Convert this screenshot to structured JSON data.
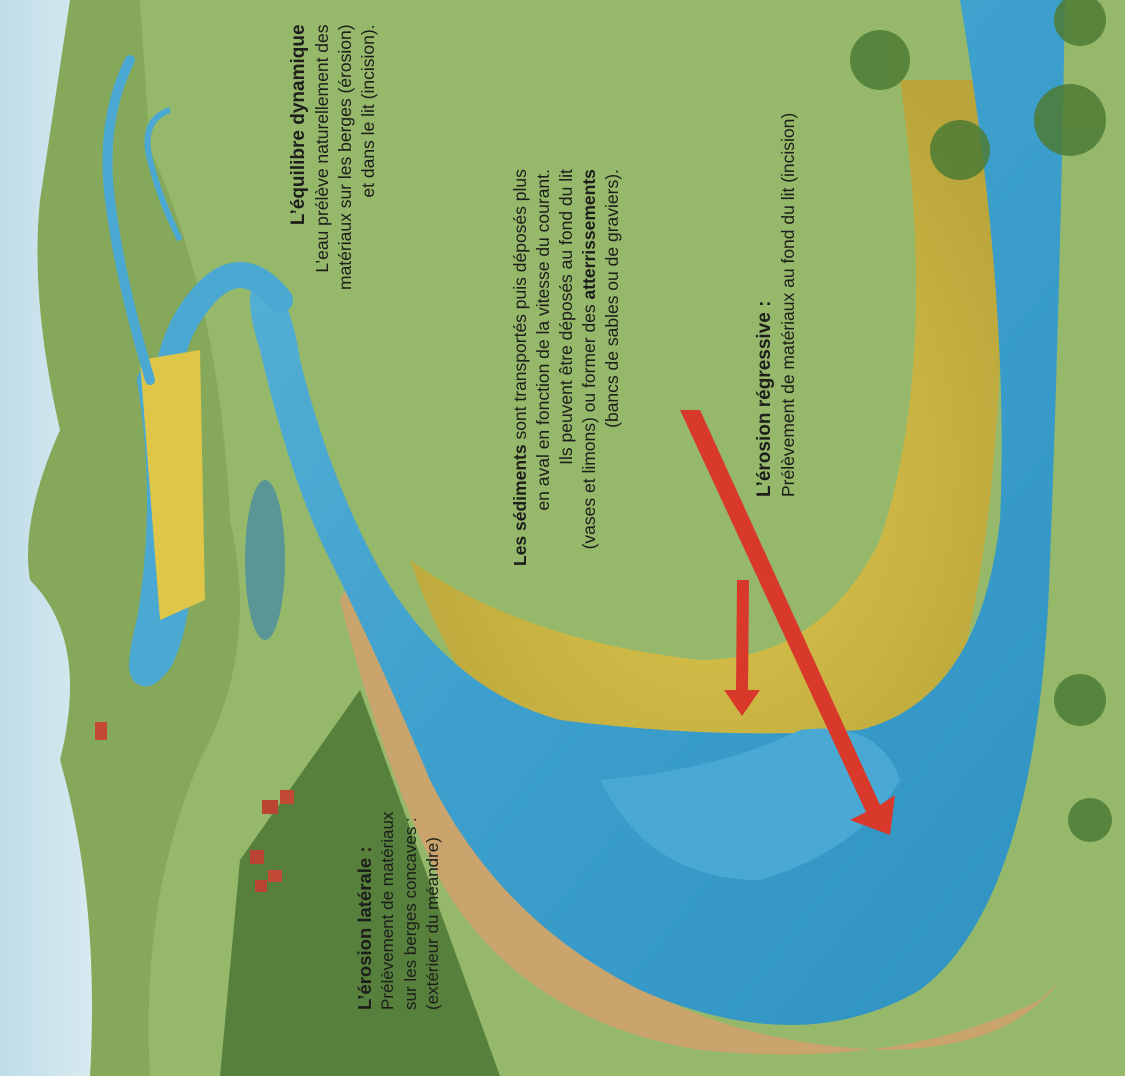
{
  "colors": {
    "sky": "#cfe6ef",
    "meadow": "#93b567",
    "hills": "#7fa154",
    "river": "#3fa3cf",
    "river_light": "#7cc4e0",
    "sediment": "#d8c14a",
    "bank": "#c9a46d",
    "arrow": "#d8392a",
    "text": "#1d1d1b"
  },
  "labels": {
    "equilibre": {
      "title": "L’équilibre dynamique",
      "l1": "L’eau prélève naturellement des",
      "l2": "matériaux sur les berges (érosion)",
      "l3": "et dans le lit (incision)."
    },
    "sediments": {
      "bold1": "Les sédiments",
      "l1_rest": " sont transportés puis déposés plus",
      "l2": "en aval en fonction de la vitesse du courant.",
      "l3": "Ils peuvent être déposés au fond du lit",
      "l4_start": "(vases et limons) ou former des ",
      "bold2": "atterrissements",
      "l5": "(bancs de sables ou de graviers)."
    },
    "regressive": {
      "title": "L’érosion régressive :",
      "l1": "Prélèvement de matériaux au fond du lit (incision)"
    },
    "laterale": {
      "title": "L’érosion latérale :",
      "l1": "Prélèvement de matériaux",
      "l2": "sur les berges concaves :",
      "l3": "(extérieur du méandre)"
    }
  }
}
